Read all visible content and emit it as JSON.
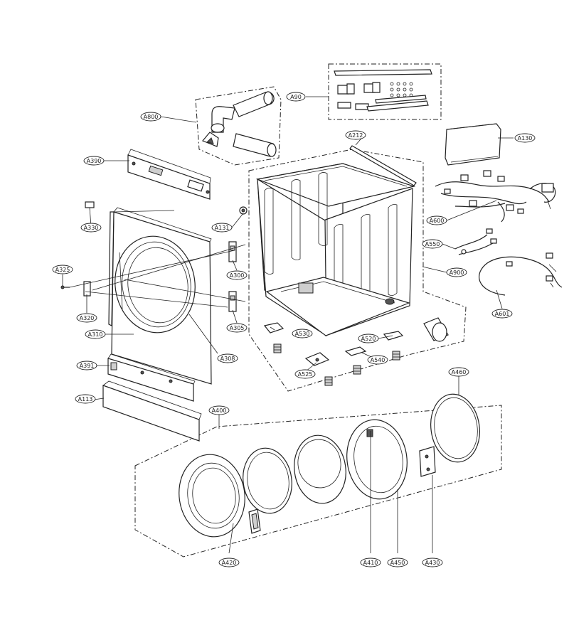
{
  "labels": {
    "a800": "A800",
    "a90": "A90",
    "a212": "A212",
    "a130": "A130",
    "a390": "A390",
    "a600": "A600",
    "a330": "A330",
    "a131": "A131",
    "a550": "A550",
    "a325": "A325",
    "a300": "A300",
    "a900": "A900",
    "a320": "A320",
    "a601": "A601",
    "a305": "A305",
    "a310": "A310",
    "a530": "A530",
    "a520": "A520",
    "a308": "A308",
    "a540": "A540",
    "a391": "A391",
    "a525": "A525",
    "a460": "A460",
    "a113": "A113",
    "a400": "A400",
    "a420": "A420",
    "a410": "A410",
    "a450": "A450",
    "a430": "A430"
  }
}
